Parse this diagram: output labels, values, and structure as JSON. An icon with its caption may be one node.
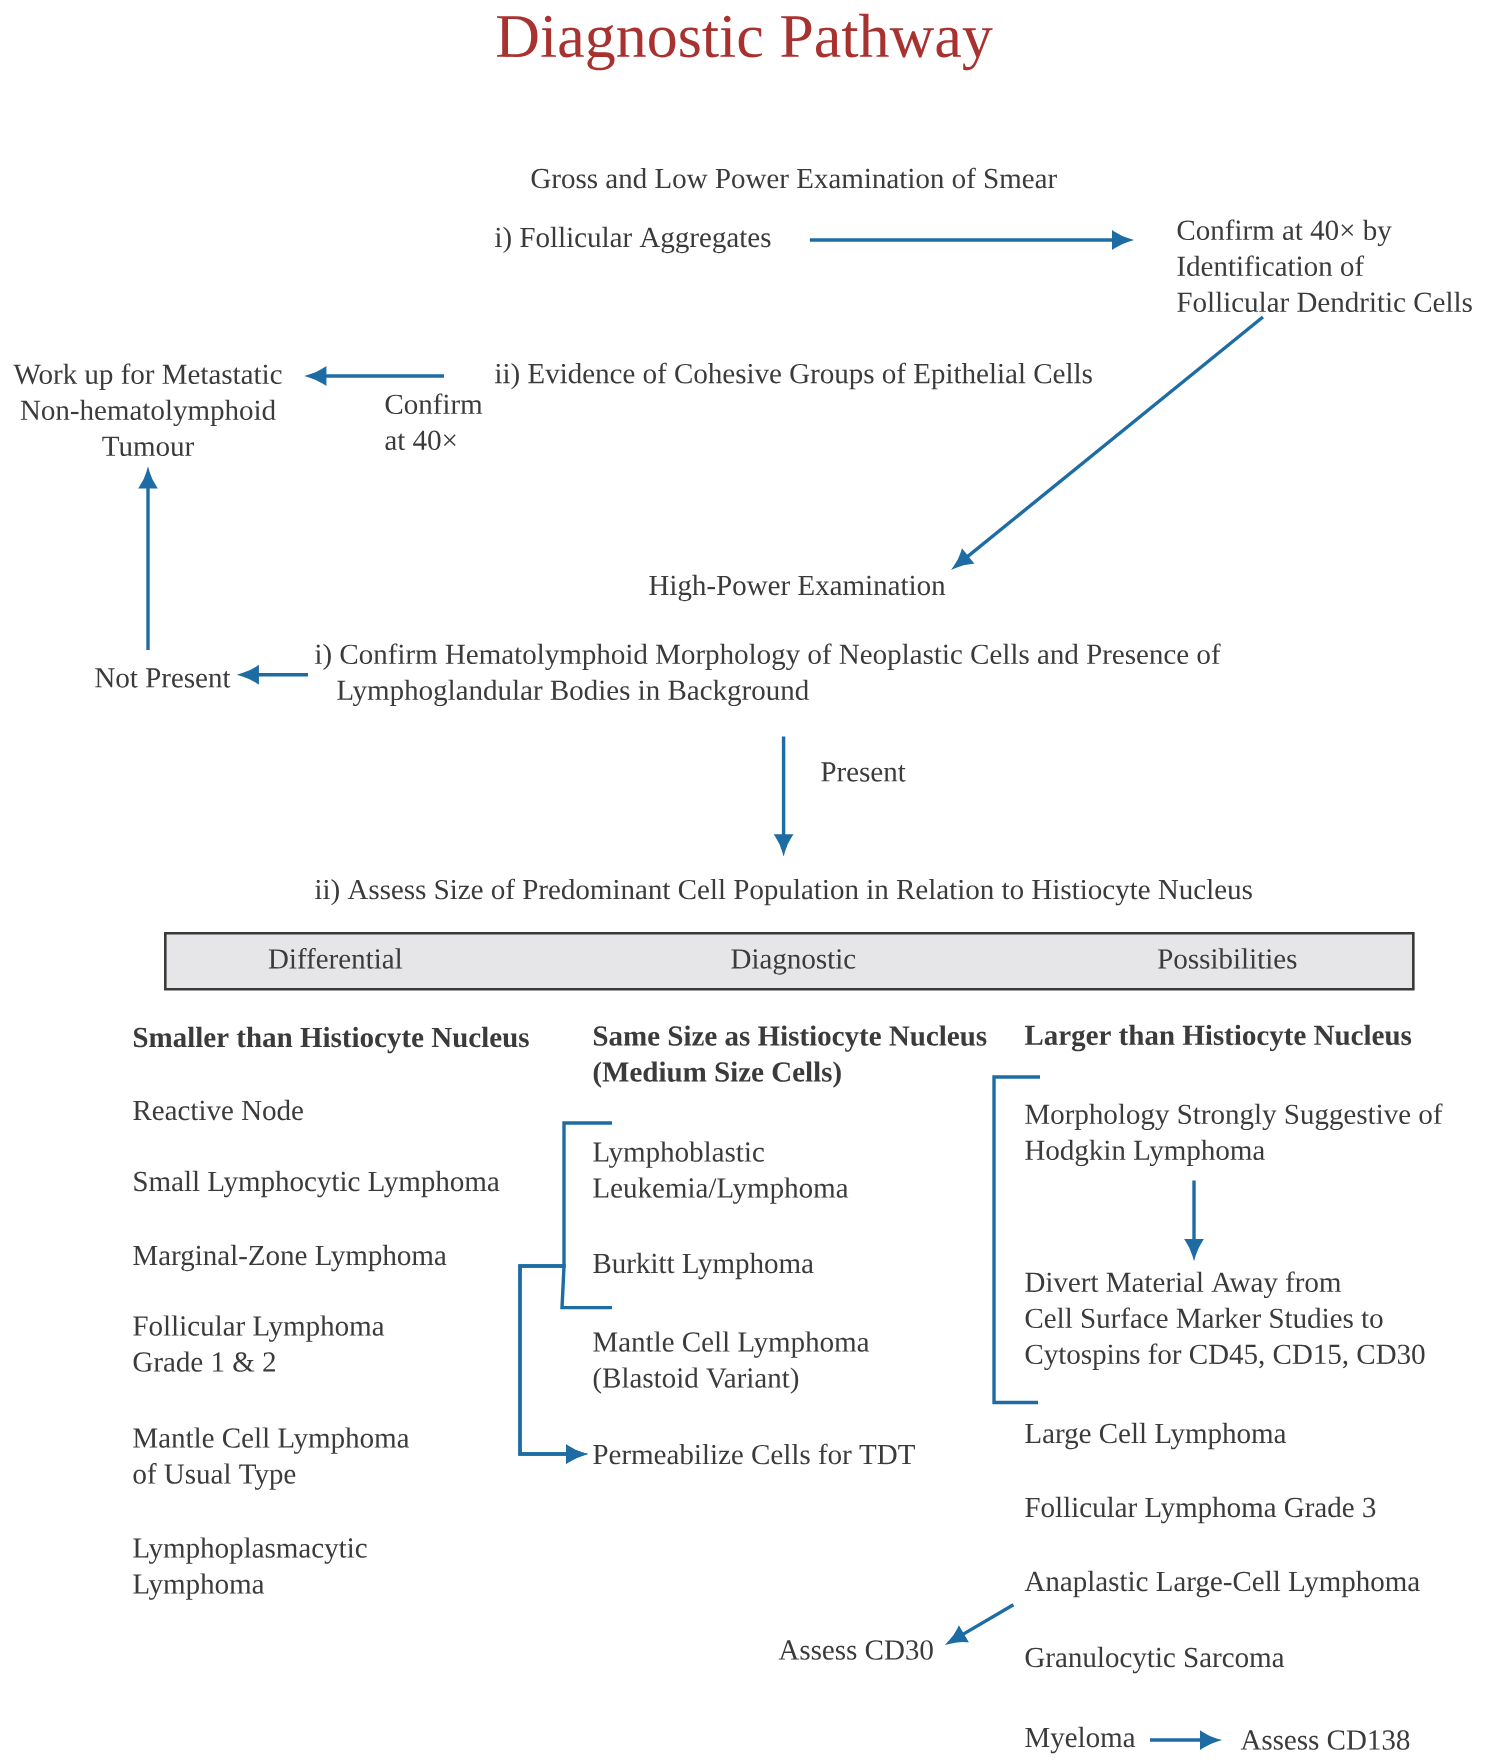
{
  "diagram": {
    "title": "Diagnostic Pathway",
    "nodes": [
      {
        "text": [
          "i) Follicular Aggregates"
        ]
      },
      {
        "text": [
          "Confirm at 40× by Identification of Follicular Dendritic Cells"
        ]
      },
      {
        "text": [
          "Work up for Metastatic Non-hematolymphoid Tumour"
        ]
      },
      {
        "text": [
          "ii) Evidence of Cohesive Groups of Epithelial Cells"
        ]
      },
      {
        "text": [
          "High-Power Examination"
        ]
      },
      {
        "text": [
          "Not Present"
        ]
      },
      {
        "text": [
          "i) Confirm Hematolymphoid Morphology of Neoplastic Cells and Presence of Lymphoglandular Bodies in Background"
        ]
      },
      {
        "text": [
          "ii) Assess Size of Predominant Cell Population in Relation to Histiocyte Nucleus"
        ]
      },
      {
        "text": [
          "Differential",
          "Diagnostic",
          "Possibilities"
        ]
      },
      {
        "text": [
          "Lymphoblastic Leukemia/Lymphoma"
        ]
      },
      {
        "text": [
          "Burkitt Lymphoma"
        ]
      },
      {
        "text": [
          "Permeabilize Cells for TDT"
        ]
      },
      {
        "text": [
          "Morphology Strongly Suggestive of Hodgkin Lymphoma"
        ]
      },
      {
        "text": [
          "Divert Material Away from Cell Surface Marker Studies to Cytospins for CD45, CD15, CD30"
        ]
      },
      {
        "text": [
          "Anaplastic Large-Cell Lymphoma"
        ]
      },
      {
        "text": [
          "Assess CD30"
        ]
      },
      {
        "text": [
          "Myeloma"
        ]
      },
      {
        "text": [
          "Assess CD138"
        ]
      }
    ],
    "edges": [
      {
        "from": 0,
        "to": 1,
        "arrow": "to"
      },
      {
        "from": 1,
        "to": 4,
        "arrow": "to"
      },
      {
        "from": 3,
        "to": 2,
        "arrow": "to",
        "label": "Confirm at 40×"
      },
      {
        "from": 5,
        "to": 2,
        "arrow": "to"
      },
      {
        "from": 6,
        "to": 5,
        "arrow": "to"
      },
      {
        "from": 6,
        "to": 7,
        "arrow": "to",
        "label": "Present"
      },
      {
        "from": 9,
        "to": 11,
        "arrow": "to"
      },
      {
        "from": 10,
        "to": 11,
        "arrow": "to"
      },
      {
        "from": 12,
        "to": 13,
        "arrow": "to"
      },
      {
        "from": 14,
        "to": 15,
        "arrow": "to"
      },
      {
        "from": 16,
        "to": 17,
        "arrow": "to"
      }
    ],
    "labels": [
      "Gross and Low Power Examination of Smear",
      "Smaller than Histiocyte Nucleus",
      "Reactive Node",
      "Small Lymphocytic Lymphoma",
      "Marginal-Zone Lymphoma",
      "Follicular Lymphoma Grade 1 & 2",
      "Mantle Cell Lymphoma of Usual Type",
      "Lymphoplasmacytic Lymphoma",
      "Same Size as Histiocyte Nucleus (Medium Size Cells)",
      "Mantle Cell Lymphoma (Blastoid Variant)",
      "Larger than Histiocyte Nucleus",
      "Large Cell Lymphoma",
      "Follicular Lymphoma Grade 3",
      "Granulocytic Sarcoma"
    ]
  }
}
